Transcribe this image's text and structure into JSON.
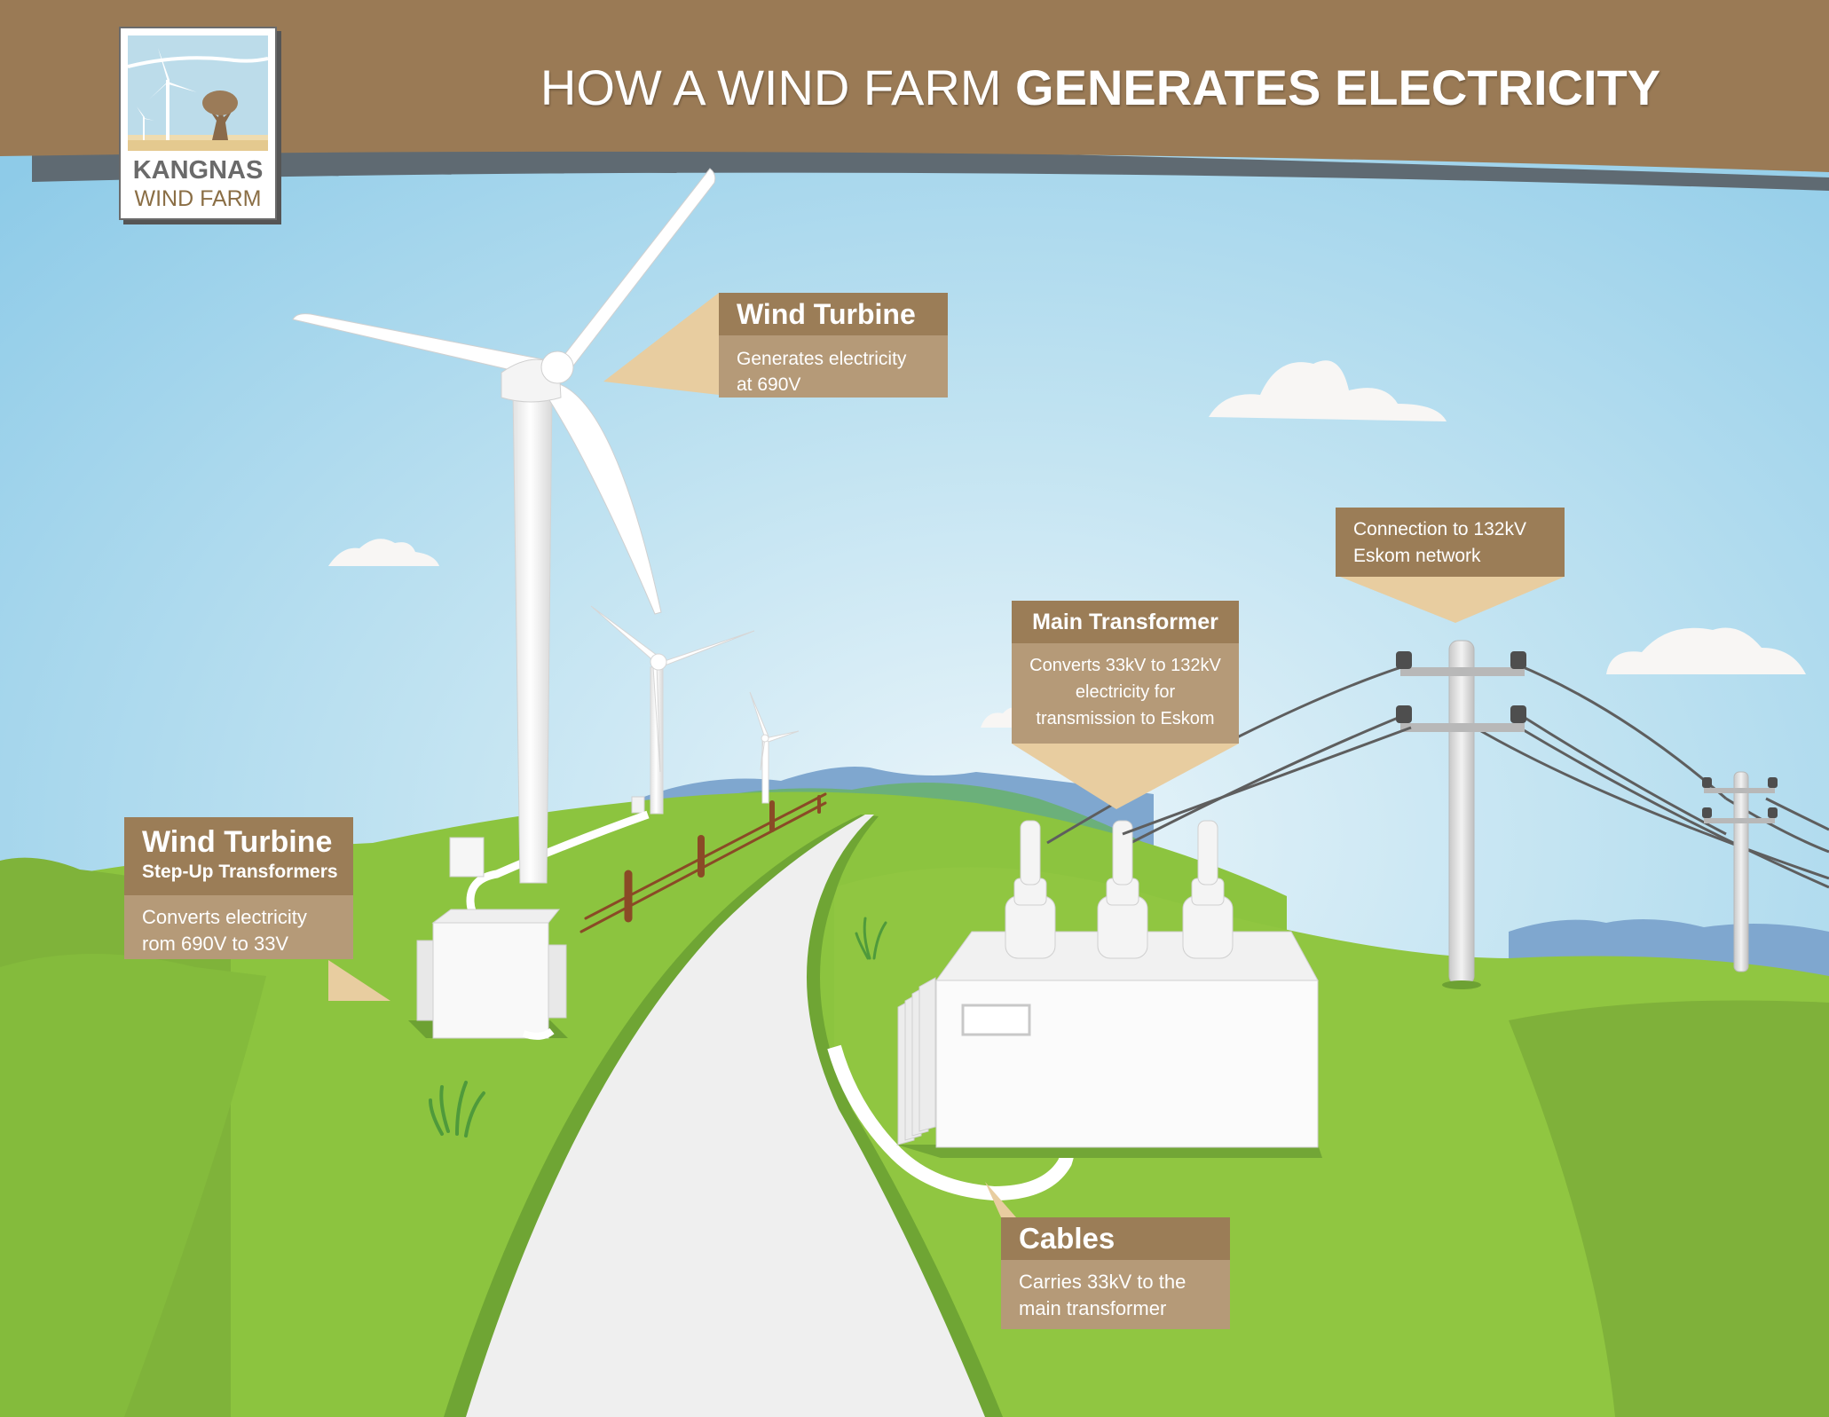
{
  "header": {
    "title_light": "HOW A WIND FARM",
    "title_bold": "GENERATES ELECTRICITY"
  },
  "logo": {
    "name_line1": "KANGNAS",
    "name_line2": "WIND FARM"
  },
  "labels": {
    "wind_turbine": {
      "title": "Wind Turbine",
      "body_line1": "Generates electricity",
      "body_line2": "at 690V"
    },
    "step_up": {
      "title": "Wind Turbine",
      "subtitle": "Step-Up Transformers",
      "body_line1": "Converts electricity",
      "body_line2": "rom 690V to 33V"
    },
    "main_transformer": {
      "title": "Main Transformer",
      "body_line1": "Converts 33kV to 132kV",
      "body_line2": "electricity for",
      "body_line3": "transmission to Eskom"
    },
    "connection": {
      "body_line1": "Connection to 132kV",
      "body_line2": "Eskom network"
    },
    "cables": {
      "title": "Cables",
      "body_line1": "Carries 33kV to the",
      "body_line2": "main transformer"
    }
  },
  "colors": {
    "banner": "#9a7a55",
    "label_header": "#9b7d57",
    "label_body": "#b59a78",
    "pointer": "#e8cda0",
    "sky": "#a8d6ec",
    "grass": "#8cc63f"
  }
}
